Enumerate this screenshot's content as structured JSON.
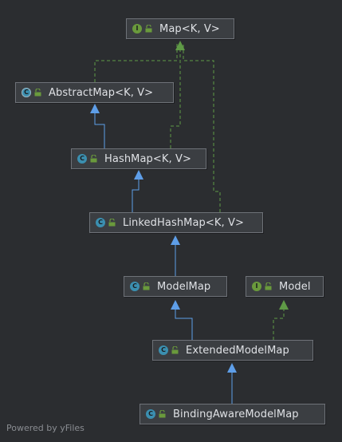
{
  "nodes": [
    {
      "id": "map",
      "label": "Map<K, V>",
      "kind": "interface",
      "badge": "I"
    },
    {
      "id": "abstract-map",
      "label": "AbstractMap<K, V>",
      "kind": "abstract-class",
      "badge": "C"
    },
    {
      "id": "hash-map",
      "label": "HashMap<K, V>",
      "kind": "class",
      "badge": "C"
    },
    {
      "id": "linked-hash-map",
      "label": "LinkedHashMap<K, V>",
      "kind": "class",
      "badge": "C"
    },
    {
      "id": "model-map",
      "label": "ModelMap",
      "kind": "class",
      "badge": "C"
    },
    {
      "id": "model",
      "label": "Model",
      "kind": "interface",
      "badge": "I"
    },
    {
      "id": "extended-model-map",
      "label": "ExtendedModelMap",
      "kind": "class",
      "badge": "C"
    },
    {
      "id": "binding-aware-model-map",
      "label": "BindingAwareModelMap",
      "kind": "class",
      "badge": "C"
    }
  ],
  "edges": [
    {
      "from": "abstract-map",
      "to": "map",
      "type": "implements"
    },
    {
      "from": "hash-map",
      "to": "map",
      "type": "implements"
    },
    {
      "from": "linked-hash-map",
      "to": "map",
      "type": "implements"
    },
    {
      "from": "hash-map",
      "to": "abstract-map",
      "type": "extends"
    },
    {
      "from": "linked-hash-map",
      "to": "hash-map",
      "type": "extends"
    },
    {
      "from": "model-map",
      "to": "linked-hash-map",
      "type": "extends"
    },
    {
      "from": "extended-model-map",
      "to": "model-map",
      "type": "extends"
    },
    {
      "from": "extended-model-map",
      "to": "model",
      "type": "implements"
    },
    {
      "from": "binding-aware-model-map",
      "to": "extended-model-map",
      "type": "extends"
    }
  ],
  "colors": {
    "background": "#2b2d30",
    "extends_edge": "#5e9ee8",
    "implements_edge": "#5f9a46",
    "interface_badge": "#6a9a3c",
    "class_badge": "#3b8fb0"
  },
  "watermark": "Powered by yFiles"
}
